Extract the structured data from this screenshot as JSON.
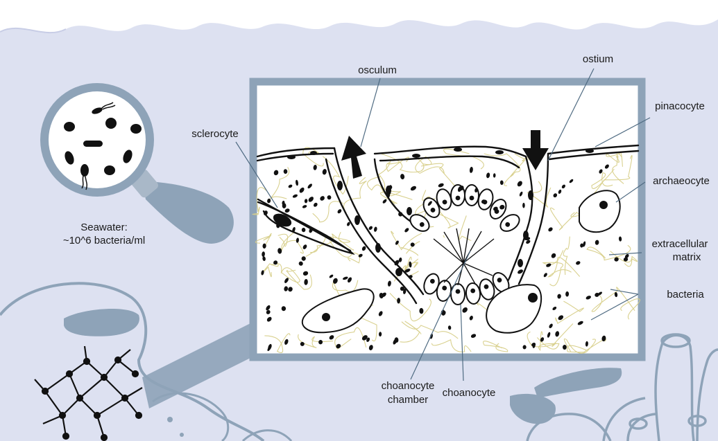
{
  "labels": {
    "osculum": "osculum",
    "ostium": "ostium",
    "pinacocyte": "pinacocyte",
    "sclerocyte": "sclerocyte",
    "archaeocyte": "archaeocyte",
    "extracellular_matrix_line1": "extracellular",
    "extracellular_matrix_line2": "matrix",
    "bacteria": "bacteria",
    "choanocyte_chamber_line1": "choanocyte",
    "choanocyte_chamber_line2": "chamber",
    "choanocyte": "choanocyte",
    "seawater_line1": "Seawater:",
    "seawater_line2": "~10^6 bacteria/ml"
  },
  "colors": {
    "background": "#dde1f1",
    "wave": "#ffffff",
    "sponge_blue": "#8ea3b8",
    "frame": "#8ea3b8",
    "fibers": "#d8cf8a",
    "ink": "#1a1a1a",
    "leader_line": "#4f6b82"
  },
  "icons": [
    "magnifier-icon",
    "spicule-network-icon",
    "sponge-tube-icon"
  ]
}
